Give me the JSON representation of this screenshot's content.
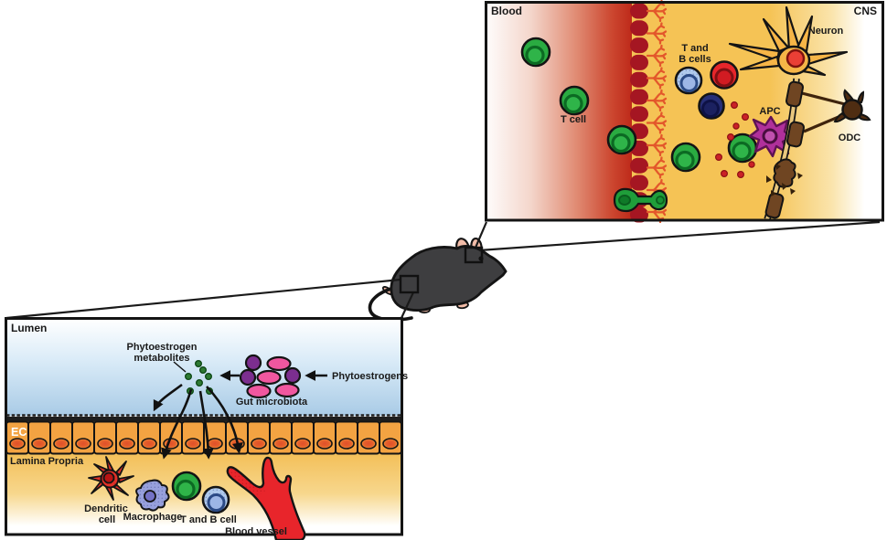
{
  "figure": {
    "cns_panel": {
      "blood_label": "Blood",
      "cns_label": "CNS",
      "t_cell_label": "T cell",
      "t_b_cells_line1": "T and",
      "t_b_cells_line2": "B cells",
      "apc_label": "APC",
      "neuron_label": "Neuron",
      "odc_label": "ODC"
    },
    "gut_panel": {
      "lumen_label": "Lumen",
      "metabolites_line1": "Phytoestrogen",
      "metabolites_line2": "metabolites",
      "phytoestrogens_label": "Phytoestrogens",
      "microbiota_label": "Gut microbiota",
      "ec_label": "EC",
      "lamina_label": "Lamina Propria",
      "dendritic_line1": "Dendritic",
      "dendritic_line2": "cell",
      "macrophage_label": "Macrophage",
      "t_b_cell_label": "T and B cell",
      "vessel_label": "Blood vessel"
    },
    "colors": {
      "blood_red": "#BE2A1A",
      "cns_gold": "#F5C355",
      "barrier_dark_red": "#A51622",
      "receptor_orange": "#E3572B",
      "cell_green": "#2AAB41",
      "b_cell_blue": "#AFC9EC",
      "red_cell": "#E6262B",
      "navy_cell": "#272F77",
      "apc_magenta": "#B0309B",
      "neuron_orange": "#F6B547",
      "axon_tan": "#E9C77D",
      "myelin_brown": "#6F4522",
      "odc_brown": "#4F2D12",
      "lumen_blue": "#A9CBE6",
      "ec_orange": "#F3A342",
      "lamina_gold": "#F3BF58",
      "metabolite_green": "#2E7A33",
      "microbe_pink": "#F0579F",
      "microbe_purple": "#7C2E8F",
      "dendritic_red": "#E23128",
      "macrophage_purple": "#97A0DC",
      "vessel_red": "#E8252B",
      "mouse_gray": "#3E3E40",
      "mouse_pink": "#F2BCA8"
    }
  }
}
